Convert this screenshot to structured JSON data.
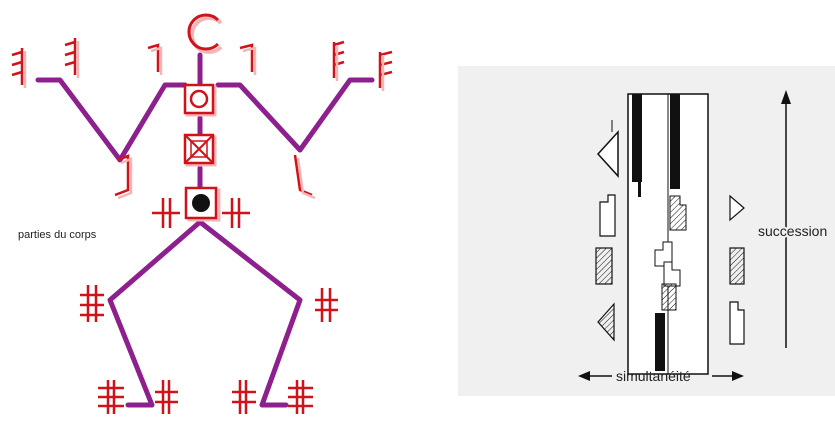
{
  "left_figure": {
    "label": "parties du corps",
    "colors": {
      "limb": "#8e1f8e",
      "sign": "#d0121b",
      "sign_shadow": "#f2b6b6",
      "joint_fill": "#111111"
    }
  },
  "right_figure": {
    "vertical_axis_label": "succession",
    "horizontal_axis_label": "simultanéité",
    "colors": {
      "panel_background": "#f0f0f0",
      "ink": "#111111"
    }
  }
}
